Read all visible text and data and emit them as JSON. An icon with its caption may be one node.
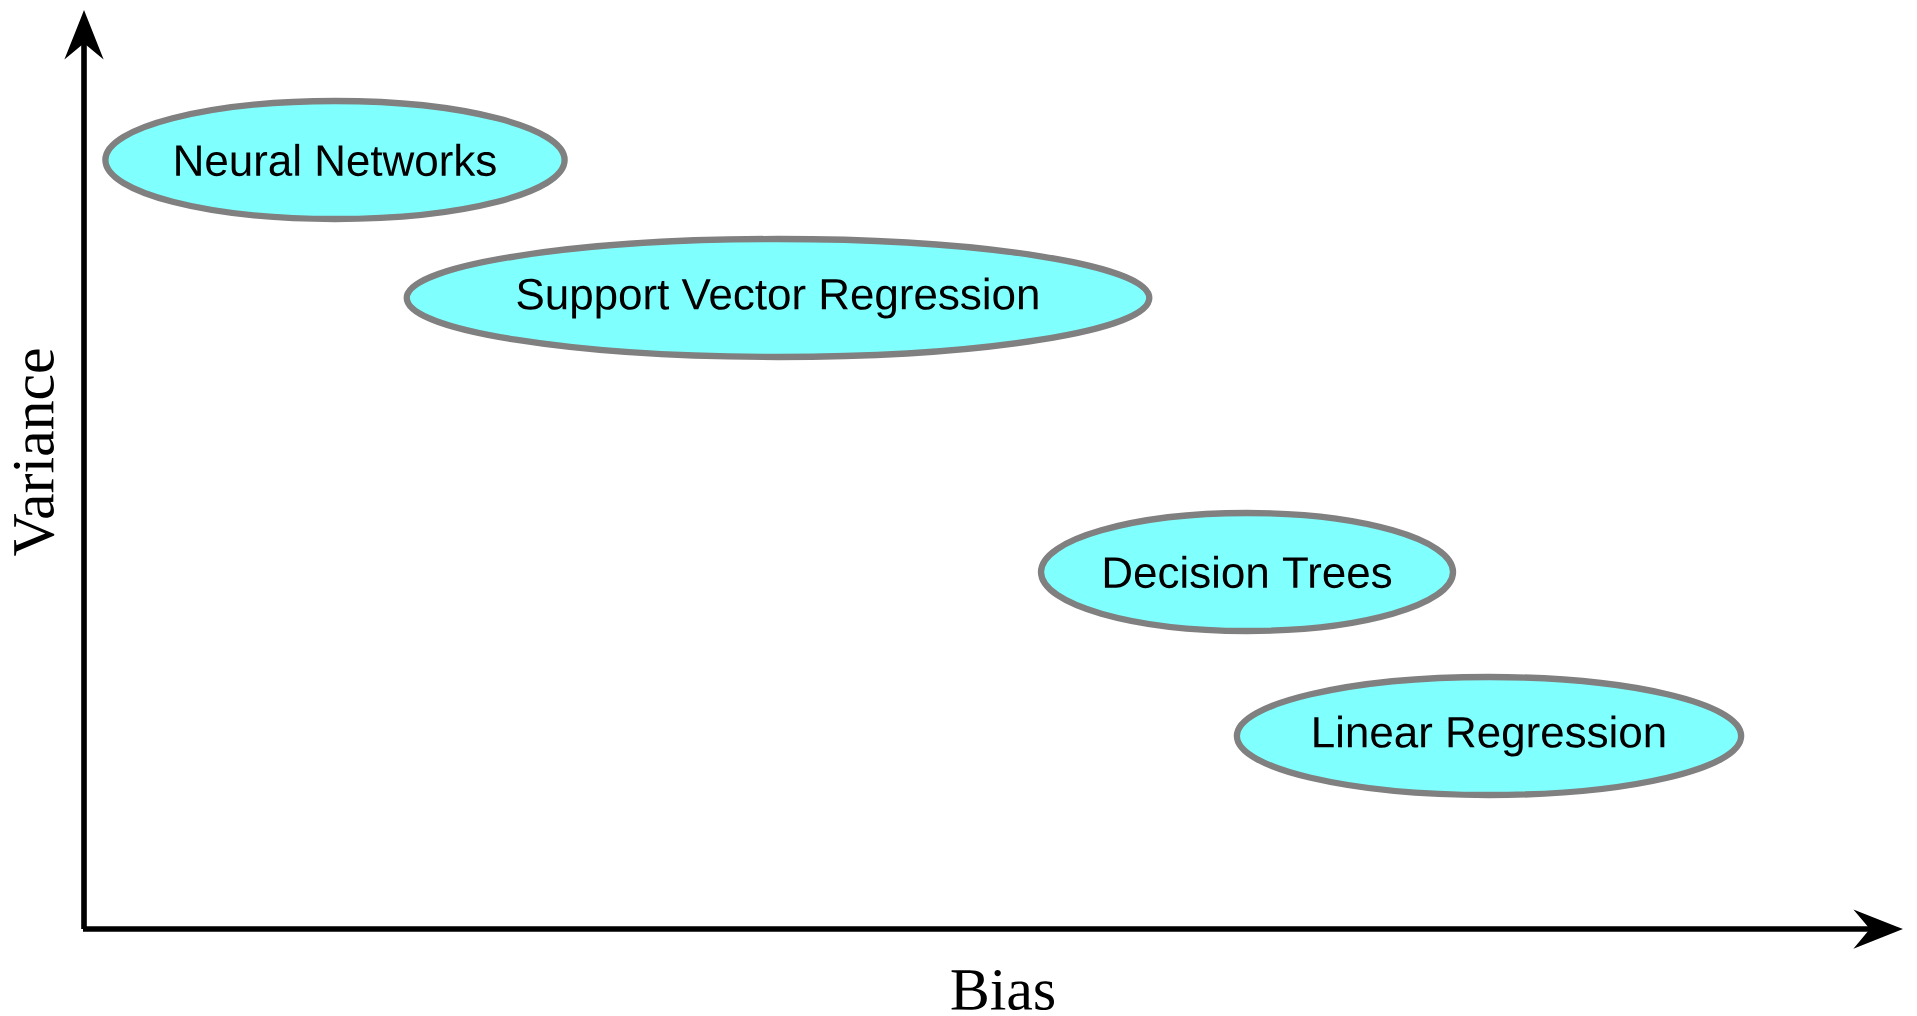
{
  "diagram": {
    "nodes": [
      {
        "text": [
          "Neural Networks"
        ]
      },
      {
        "text": [
          "Support Vector Regression"
        ]
      },
      {
        "text": [
          "Decision Trees"
        ]
      },
      {
        "text": [
          "Linear Regression"
        ]
      }
    ],
    "labels": [
      "Variance",
      "Bias"
    ]
  }
}
